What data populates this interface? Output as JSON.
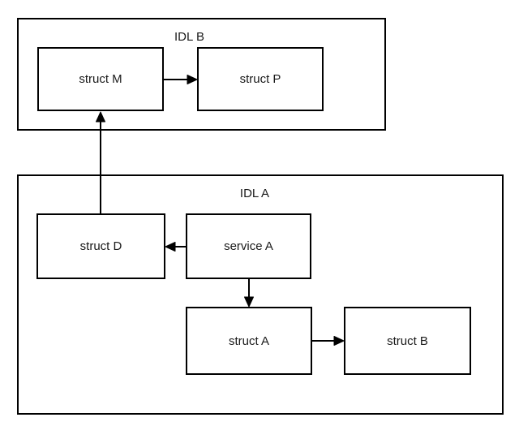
{
  "diagram": {
    "background_color": "#ffffff",
    "stroke_color": "#000000",
    "text_color": "#1a1a1a",
    "containers": [
      {
        "id": "idl-b",
        "label": "IDL B"
      },
      {
        "id": "idl-a",
        "label": "IDL A"
      }
    ],
    "nodes": [
      {
        "id": "struct-m",
        "label": "struct M",
        "container": "IDL B"
      },
      {
        "id": "struct-p",
        "label": "struct P",
        "container": "IDL B"
      },
      {
        "id": "struct-d",
        "label": "struct D",
        "container": "IDL A"
      },
      {
        "id": "service-a",
        "label": "service A",
        "container": "IDL A"
      },
      {
        "id": "struct-a",
        "label": "struct A",
        "container": "IDL A"
      },
      {
        "id": "struct-b",
        "label": "struct B",
        "container": "IDL A"
      }
    ],
    "edges": [
      {
        "from": "struct M",
        "to": "struct P",
        "direction": "right"
      },
      {
        "from": "service A",
        "to": "struct D",
        "direction": "left"
      },
      {
        "from": "service A",
        "to": "struct A",
        "direction": "down"
      },
      {
        "from": "struct A",
        "to": "struct B",
        "direction": "right"
      },
      {
        "from": "struct D",
        "to": "struct M",
        "direction": "up"
      }
    ]
  }
}
